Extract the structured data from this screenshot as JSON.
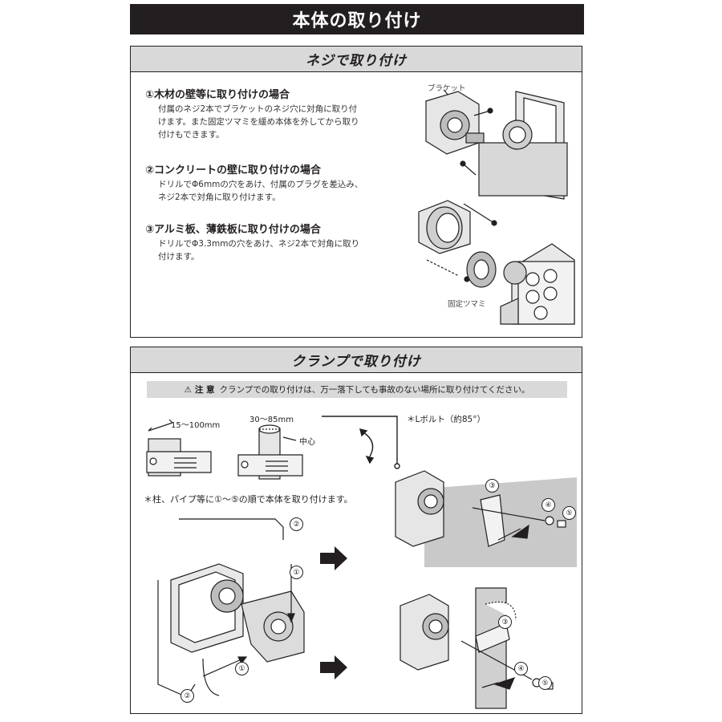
{
  "header": {
    "title": "本体の取り付け"
  },
  "screw_section": {
    "title": "ネジで取り付け",
    "items": [
      {
        "heading": "①木材の壁等に取り付けの場合",
        "lines": [
          "付属のネジ2本でブラケットのネジ穴に対角に取り付",
          "けます。また固定ツマミを緩め本体を外してから取り",
          "付けもできます。"
        ]
      },
      {
        "heading": "②コンクリートの壁に取り付けの場合",
        "lines": [
          "ドリルでΦ6mmの穴をあけ、付属のプラグを差込み、",
          "ネジ2本で対角に取り付けます。"
        ]
      },
      {
        "heading": "③アルミ板、薄鉄板に取り付けの場合",
        "lines": [
          "ドリルでΦ3.3mmの穴をあけ、ネジ2本で対角に取り",
          "付けます。"
        ]
      }
    ],
    "labels": {
      "bracket": "ブラケット",
      "knob": "固定ツマミ"
    }
  },
  "clamp_section": {
    "title": "クランプで取り付け",
    "notice_icon": "warning-triangle-icon",
    "notice_label": "注 意",
    "notice_text": "クランプでの取り付けは、万一落下しても事故のない場所に取り付けてください。",
    "dim_flat": "15〜100mm",
    "dim_pipe": "30〜85mm",
    "center_label": "中心",
    "lbolt_label": "＊Lボルト（約85°）",
    "step_note": "＊柱、パイプ等に①〜⑤の順で本体を取り付けます。",
    "numbers": {
      "n1": "①",
      "n2": "②",
      "n3": "③",
      "n4": "④",
      "n5": "⑤"
    }
  }
}
